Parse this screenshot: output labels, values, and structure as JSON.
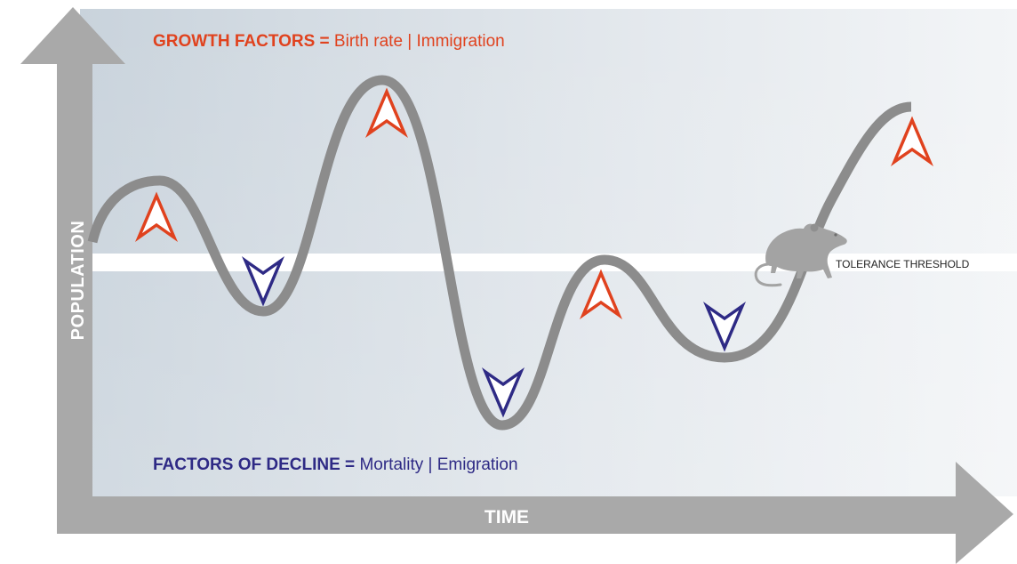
{
  "axes": {
    "y_label": "POPULATION",
    "x_label": "TIME",
    "arrow_color": "#a9a9a9"
  },
  "growth": {
    "heading": "GROWTH FACTORS",
    "separator": " = ",
    "items": "Birth rate | Immigration",
    "color": "#e0421e"
  },
  "decline": {
    "heading": "FACTORS OF DECLINE",
    "separator": " = ",
    "items": "Mortality | Emigration",
    "color": "#2e2a85"
  },
  "threshold": {
    "label": "TOLERANCE THRESHOLD"
  },
  "curve": {
    "color": "#8c8c8c"
  },
  "markers": [
    {
      "direction": "up",
      "name": "growth-arrow-1"
    },
    {
      "direction": "down",
      "name": "decline-arrow-1"
    },
    {
      "direction": "up",
      "name": "growth-arrow-2"
    },
    {
      "direction": "down",
      "name": "decline-arrow-2"
    },
    {
      "direction": "up",
      "name": "growth-arrow-3"
    },
    {
      "direction": "down",
      "name": "decline-arrow-3"
    },
    {
      "direction": "up",
      "name": "growth-arrow-4"
    }
  ],
  "icons": {
    "rat": "rat-icon"
  }
}
